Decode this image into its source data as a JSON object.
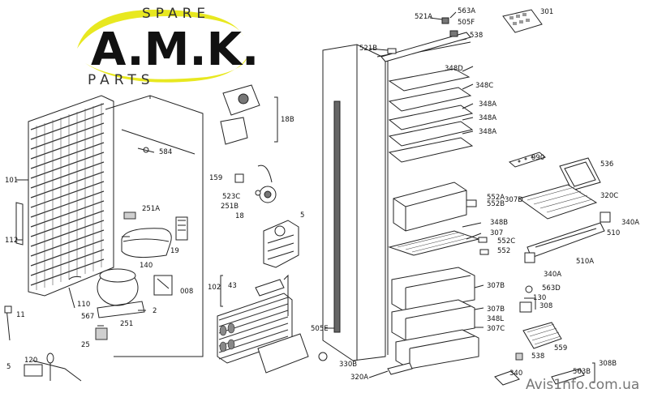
{
  "logo": {
    "top_word": "SPARE",
    "brand": "A.M.K.",
    "bottom_word": "PARTS",
    "accent_color": "#e8e820"
  },
  "watermark": "Avis1nfo.com.ua",
  "labels": [
    {
      "id": "101",
      "text": "101"
    },
    {
      "id": "112",
      "text": "112"
    },
    {
      "id": "11",
      "text": "11"
    },
    {
      "id": "5",
      "text": "5"
    },
    {
      "id": "120",
      "text": "120"
    },
    {
      "id": "584",
      "text": "584"
    },
    {
      "id": "251a",
      "text": "251A"
    },
    {
      "id": "140",
      "text": "140"
    },
    {
      "id": "19",
      "text": "19"
    },
    {
      "id": "008",
      "text": "008"
    },
    {
      "id": "2",
      "text": "2"
    },
    {
      "id": "110",
      "text": "110"
    },
    {
      "id": "567",
      "text": "567"
    },
    {
      "id": "251",
      "text": "251"
    },
    {
      "id": "25",
      "text": "25"
    },
    {
      "id": "18b",
      "text": "18B"
    },
    {
      "id": "159",
      "text": "159"
    },
    {
      "id": "523c",
      "text": "523C"
    },
    {
      "id": "251b",
      "text": "251B"
    },
    {
      "id": "18",
      "text": "18"
    },
    {
      "id": "5b",
      "text": "5"
    },
    {
      "id": "102",
      "text": "102"
    },
    {
      "id": "43",
      "text": "43"
    },
    {
      "id": "521a",
      "text": "521A"
    },
    {
      "id": "563a",
      "text": "563A"
    },
    {
      "id": "505f",
      "text": "505F"
    },
    {
      "id": "538a",
      "text": "538"
    },
    {
      "id": "521b",
      "text": "521B"
    },
    {
      "id": "301",
      "text": "301"
    },
    {
      "id": "348d",
      "text": "348D"
    },
    {
      "id": "348c",
      "text": "348C"
    },
    {
      "id": "348a1",
      "text": "348A"
    },
    {
      "id": "348a2",
      "text": "348A"
    },
    {
      "id": "348a3",
      "text": "348A"
    },
    {
      "id": "990",
      "text": "990"
    },
    {
      "id": "536",
      "text": "536"
    },
    {
      "id": "552a",
      "text": "552A"
    },
    {
      "id": "552b",
      "text": "552B"
    },
    {
      "id": "307d",
      "text": "307D"
    },
    {
      "id": "320c",
      "text": "320C"
    },
    {
      "id": "340a1",
      "text": "340A"
    },
    {
      "id": "348b",
      "text": "348B"
    },
    {
      "id": "307",
      "text": "307"
    },
    {
      "id": "510",
      "text": "510"
    },
    {
      "id": "552c",
      "text": "552C"
    },
    {
      "id": "552",
      "text": "552"
    },
    {
      "id": "510a",
      "text": "510A"
    },
    {
      "id": "340a2",
      "text": "340A"
    },
    {
      "id": "307b1",
      "text": "307B"
    },
    {
      "id": "563d",
      "text": "563D"
    },
    {
      "id": "130",
      "text": "130"
    },
    {
      "id": "308",
      "text": "308"
    },
    {
      "id": "307b2",
      "text": "307B"
    },
    {
      "id": "348l",
      "text": "348L"
    },
    {
      "id": "505e",
      "text": "505E"
    },
    {
      "id": "307c",
      "text": "307C"
    },
    {
      "id": "559",
      "text": "559"
    },
    {
      "id": "330b",
      "text": "330B"
    },
    {
      "id": "538b",
      "text": "538"
    },
    {
      "id": "308b",
      "text": "308B"
    },
    {
      "id": "320a",
      "text": "320A"
    },
    {
      "id": "340",
      "text": "340"
    },
    {
      "id": "563b",
      "text": "563B"
    }
  ]
}
